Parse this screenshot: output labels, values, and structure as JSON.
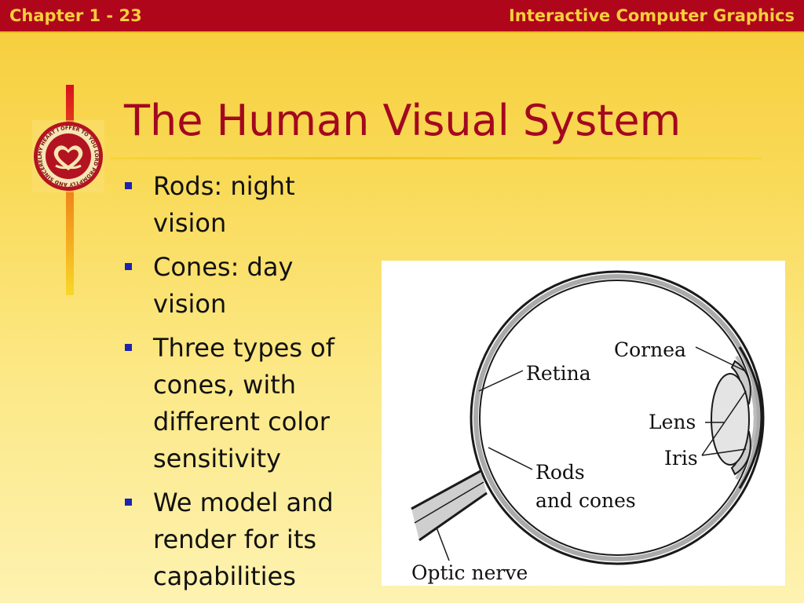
{
  "header": {
    "left": "Chapter 1 - 23",
    "right": "Interactive Computer Graphics"
  },
  "seal": {
    "icon": "heart-hand-seal-icon",
    "text": "MY HEART I OFFER TO YOU LORD PROMPTLY AND SINCERELY"
  },
  "title": "The Human Visual System",
  "bullets": [
    {
      "text": "Rods: night vision"
    },
    {
      "text": "Cones: day vision"
    },
    {
      "text": "Three types of cones, with different color sensitivity"
    },
    {
      "text": "We model and render for its capabilities"
    }
  ],
  "figure": {
    "labels": {
      "cornea": "Cornea",
      "retina": "Retina",
      "lens": "Lens",
      "iris": "Iris",
      "rods_line1": "Rods",
      "rods_line2": "and cones",
      "optic_nerve": "Optic nerve"
    }
  },
  "colors": {
    "header_bg": "#b0061c",
    "header_text": "#f7cf3c",
    "title": "#a30820",
    "bullet_marker": "#1c24b0"
  }
}
